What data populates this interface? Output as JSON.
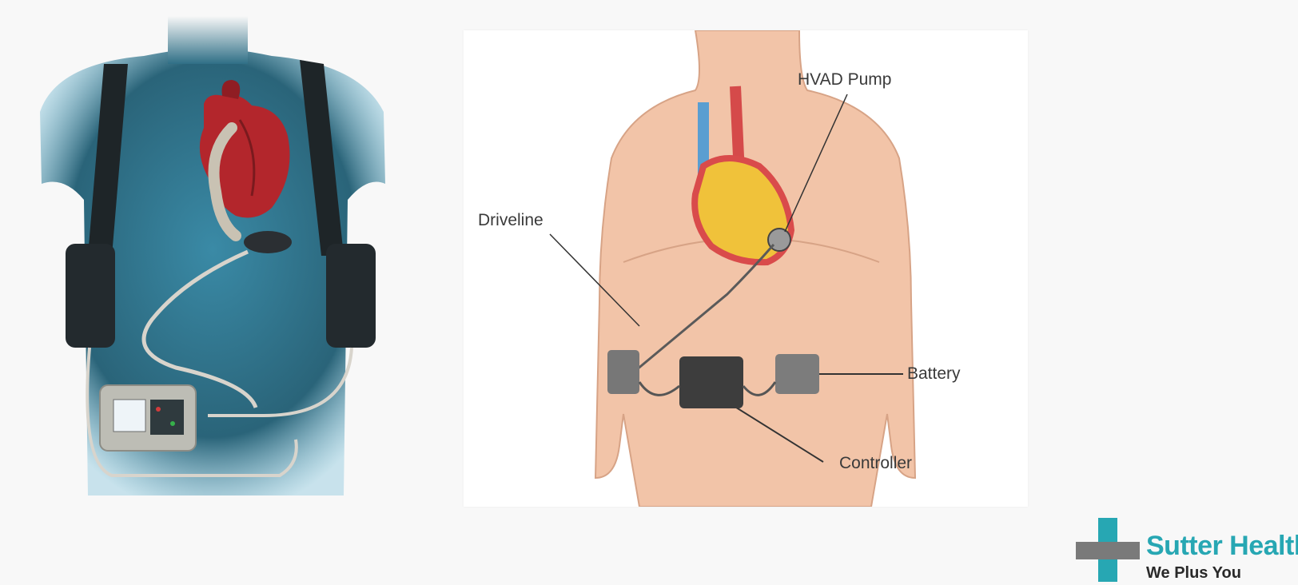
{
  "right_diagram": {
    "labels": {
      "pump": "HVAD Pump",
      "driveline": "Driveline",
      "battery": "Battery",
      "controller": "Controller"
    }
  },
  "logo": {
    "name": "Sutter Health",
    "tagline": "We Plus You",
    "brand_color": "#27a7b3"
  },
  "colors": {
    "background": "#f8f8f8",
    "torso_blue": "#2f6f86",
    "heart_red": "#b3262c",
    "skin": "#f2c4a8",
    "device_gray": "#6e6e6e"
  }
}
